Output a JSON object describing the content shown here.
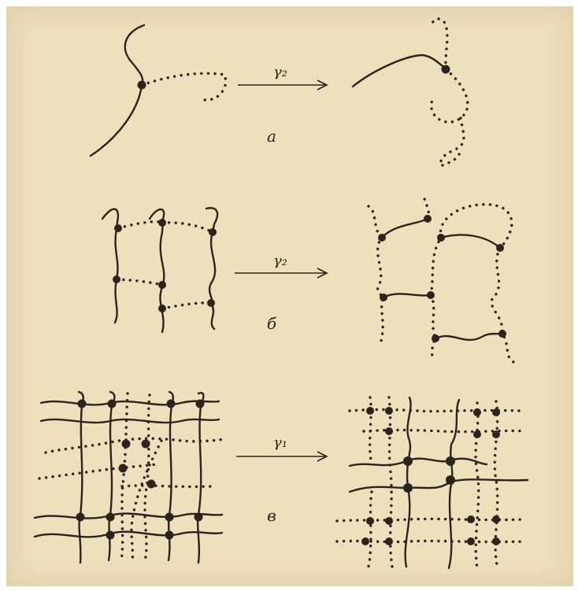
{
  "panels": [
    {
      "id": "a",
      "label": "а",
      "arrow_label": "γ₂"
    },
    {
      "id": "b",
      "label": "б",
      "arrow_label": "γ₂"
    },
    {
      "id": "c",
      "label": "в",
      "arrow_label": "γ₁"
    }
  ],
  "colors": {
    "paper": "#eee0bd",
    "ink": "#2a241c"
  }
}
